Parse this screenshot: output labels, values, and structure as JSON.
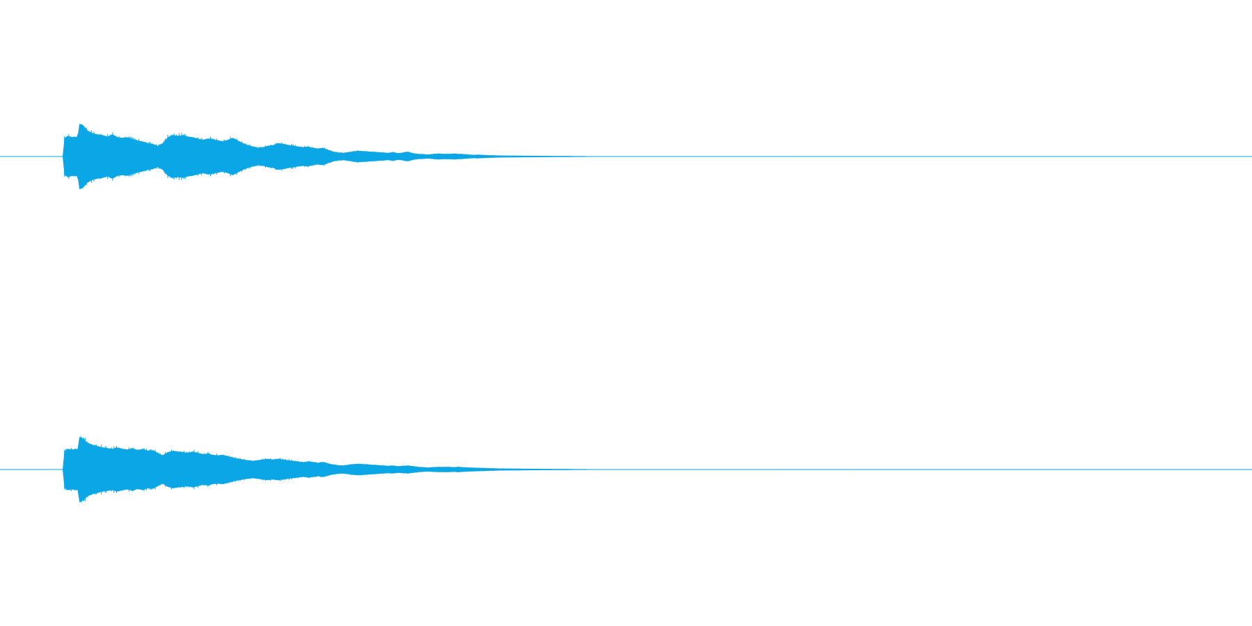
{
  "waveform": {
    "color": "#0ba6e5",
    "background": "#ffffff",
    "channels": [
      {
        "name": "channel-1",
        "envelope": [
          [
            0.0,
            0.0
          ],
          [
            0.0015,
            0.55
          ],
          [
            0.004,
            0.62
          ],
          [
            0.008,
            0.58
          ],
          [
            0.012,
            0.6
          ],
          [
            0.0135,
            0.98
          ],
          [
            0.016,
            0.95
          ],
          [
            0.02,
            0.78
          ],
          [
            0.024,
            0.7
          ],
          [
            0.028,
            0.66
          ],
          [
            0.032,
            0.64
          ],
          [
            0.036,
            0.6
          ],
          [
            0.04,
            0.66
          ],
          [
            0.044,
            0.58
          ],
          [
            0.048,
            0.56
          ],
          [
            0.052,
            0.58
          ],
          [
            0.056,
            0.52
          ],
          [
            0.06,
            0.48
          ],
          [
            0.064,
            0.45
          ],
          [
            0.068,
            0.4
          ],
          [
            0.072,
            0.38
          ],
          [
            0.076,
            0.32
          ],
          [
            0.08,
            0.4
          ],
          [
            0.084,
            0.58
          ],
          [
            0.088,
            0.64
          ],
          [
            0.092,
            0.62
          ],
          [
            0.096,
            0.64
          ],
          [
            0.1,
            0.6
          ],
          [
            0.104,
            0.58
          ],
          [
            0.108,
            0.54
          ],
          [
            0.112,
            0.5
          ],
          [
            0.116,
            0.54
          ],
          [
            0.12,
            0.52
          ],
          [
            0.124,
            0.48
          ],
          [
            0.128,
            0.46
          ],
          [
            0.132,
            0.5
          ],
          [
            0.136,
            0.56
          ],
          [
            0.14,
            0.48
          ],
          [
            0.144,
            0.4
          ],
          [
            0.148,
            0.34
          ],
          [
            0.152,
            0.3
          ],
          [
            0.156,
            0.26
          ],
          [
            0.16,
            0.28
          ],
          [
            0.164,
            0.32
          ],
          [
            0.168,
            0.34
          ],
          [
            0.172,
            0.4
          ],
          [
            0.176,
            0.38
          ],
          [
            0.18,
            0.35
          ],
          [
            0.184,
            0.33
          ],
          [
            0.188,
            0.3
          ],
          [
            0.192,
            0.28
          ],
          [
            0.196,
            0.3
          ],
          [
            0.2,
            0.26
          ],
          [
            0.204,
            0.24
          ],
          [
            0.208,
            0.26
          ],
          [
            0.212,
            0.2
          ],
          [
            0.216,
            0.15
          ],
          [
            0.22,
            0.12
          ],
          [
            0.224,
            0.11
          ],
          [
            0.228,
            0.13
          ],
          [
            0.232,
            0.15
          ],
          [
            0.236,
            0.17
          ],
          [
            0.24,
            0.16
          ],
          [
            0.244,
            0.15
          ],
          [
            0.248,
            0.14
          ],
          [
            0.252,
            0.13
          ],
          [
            0.256,
            0.12
          ],
          [
            0.26,
            0.11
          ],
          [
            0.264,
            0.13
          ],
          [
            0.268,
            0.1
          ],
          [
            0.272,
            0.12
          ],
          [
            0.276,
            0.14
          ],
          [
            0.28,
            0.1
          ],
          [
            0.284,
            0.08
          ],
          [
            0.288,
            0.07
          ],
          [
            0.292,
            0.06
          ],
          [
            0.296,
            0.08
          ],
          [
            0.3,
            0.09
          ],
          [
            0.304,
            0.08
          ],
          [
            0.308,
            0.08
          ],
          [
            0.312,
            0.09
          ],
          [
            0.316,
            0.08
          ],
          [
            0.32,
            0.07
          ],
          [
            0.324,
            0.06
          ],
          [
            0.328,
            0.05
          ],
          [
            0.332,
            0.055
          ],
          [
            0.336,
            0.045
          ],
          [
            0.34,
            0.04
          ],
          [
            0.344,
            0.035
          ],
          [
            0.348,
            0.032
          ],
          [
            0.352,
            0.03
          ],
          [
            0.356,
            0.028
          ],
          [
            0.36,
            0.026
          ],
          [
            0.364,
            0.024
          ],
          [
            0.368,
            0.022
          ],
          [
            0.372,
            0.022
          ],
          [
            0.376,
            0.021
          ],
          [
            0.38,
            0.02
          ],
          [
            0.384,
            0.019
          ],
          [
            0.388,
            0.018
          ],
          [
            0.392,
            0.017
          ],
          [
            0.396,
            0.016
          ],
          [
            0.4,
            0.015
          ],
          [
            0.404,
            0.014
          ],
          [
            0.408,
            0.013
          ],
          [
            0.412,
            0.012
          ],
          [
            0.416,
            0.012
          ],
          [
            0.42,
            0.011
          ],
          [
            0.424,
            0.01
          ],
          [
            0.428,
            0.01
          ],
          [
            0.432,
            0.009
          ],
          [
            0.436,
            0.009
          ],
          [
            0.44,
            0.008
          ],
          [
            0.444,
            0.008
          ],
          [
            0.448,
            0.008
          ],
          [
            0.452,
            0.007
          ],
          [
            0.456,
            0.007
          ],
          [
            0.46,
            0.006
          ],
          [
            0.464,
            0.006
          ],
          [
            0.468,
            0.006
          ],
          [
            0.472,
            0.006
          ],
          [
            0.476,
            0.005
          ],
          [
            0.48,
            0.005
          ],
          [
            0.484,
            0.005
          ],
          [
            0.488,
            0.004
          ],
          [
            0.492,
            0.004
          ],
          [
            0.496,
            0.004
          ],
          [
            0.5,
            0.004
          ],
          [
            0.504,
            0.003
          ],
          [
            0.508,
            0.003
          ],
          [
            0.512,
            0.003
          ],
          [
            0.516,
            0.003
          ],
          [
            0.52,
            0.003
          ],
          [
            0.524,
            0.003
          ],
          [
            0.528,
            0.003
          ],
          [
            0.532,
            0.003
          ],
          [
            0.536,
            0.002
          ],
          [
            0.54,
            0.002
          ],
          [
            0.544,
            0.002
          ],
          [
            0.548,
            0.002
          ],
          [
            0.552,
            0.002
          ],
          [
            0.556,
            0.002
          ],
          [
            0.56,
            0.002
          ],
          [
            0.564,
            0.002
          ],
          [
            0.568,
            0.002
          ],
          [
            0.572,
            0.001
          ],
          [
            0.576,
            0.001
          ],
          [
            0.58,
            0.001
          ],
          [
            0.584,
            0.001
          ],
          [
            0.588,
            0.001
          ],
          [
            0.592,
            0.001
          ],
          [
            0.596,
            0.001
          ],
          [
            0.6,
            0.001
          ],
          [
            0.604,
            0.001
          ],
          [
            0.608,
            0.001
          ],
          [
            0.612,
            0.001
          ],
          [
            0.616,
            0.001
          ],
          [
            0.62,
            0.001
          ],
          [
            0.624,
            0.001
          ],
          [
            0.628,
            0.0
          ],
          [
            0.636,
            0.0
          ]
        ]
      },
      {
        "name": "channel-2",
        "envelope": [
          [
            0.0,
            0.0
          ],
          [
            0.0015,
            0.55
          ],
          [
            0.004,
            0.62
          ],
          [
            0.008,
            0.6
          ],
          [
            0.012,
            0.62
          ],
          [
            0.0135,
            0.98
          ],
          [
            0.016,
            0.94
          ],
          [
            0.02,
            0.8
          ],
          [
            0.024,
            0.74
          ],
          [
            0.028,
            0.7
          ],
          [
            0.032,
            0.66
          ],
          [
            0.036,
            0.64
          ],
          [
            0.04,
            0.62
          ],
          [
            0.044,
            0.66
          ],
          [
            0.048,
            0.62
          ],
          [
            0.052,
            0.6
          ],
          [
            0.056,
            0.64
          ],
          [
            0.06,
            0.58
          ],
          [
            0.064,
            0.62
          ],
          [
            0.068,
            0.56
          ],
          [
            0.072,
            0.58
          ],
          [
            0.076,
            0.5
          ],
          [
            0.08,
            0.42
          ],
          [
            0.084,
            0.52
          ],
          [
            0.088,
            0.56
          ],
          [
            0.092,
            0.54
          ],
          [
            0.096,
            0.52
          ],
          [
            0.1,
            0.5
          ],
          [
            0.104,
            0.54
          ],
          [
            0.108,
            0.5
          ],
          [
            0.112,
            0.46
          ],
          [
            0.116,
            0.48
          ],
          [
            0.12,
            0.44
          ],
          [
            0.124,
            0.42
          ],
          [
            0.128,
            0.44
          ],
          [
            0.132,
            0.4
          ],
          [
            0.136,
            0.36
          ],
          [
            0.14,
            0.32
          ],
          [
            0.144,
            0.3
          ],
          [
            0.148,
            0.28
          ],
          [
            0.152,
            0.26
          ],
          [
            0.156,
            0.28
          ],
          [
            0.16,
            0.3
          ],
          [
            0.164,
            0.32
          ],
          [
            0.168,
            0.3
          ],
          [
            0.172,
            0.32
          ],
          [
            0.176,
            0.3
          ],
          [
            0.18,
            0.28
          ],
          [
            0.184,
            0.26
          ],
          [
            0.188,
            0.24
          ],
          [
            0.192,
            0.22
          ],
          [
            0.196,
            0.24
          ],
          [
            0.2,
            0.22
          ],
          [
            0.204,
            0.2
          ],
          [
            0.208,
            0.22
          ],
          [
            0.212,
            0.18
          ],
          [
            0.216,
            0.15
          ],
          [
            0.22,
            0.13
          ],
          [
            0.224,
            0.12
          ],
          [
            0.228,
            0.14
          ],
          [
            0.232,
            0.16
          ],
          [
            0.236,
            0.17
          ],
          [
            0.24,
            0.16
          ],
          [
            0.244,
            0.15
          ],
          [
            0.248,
            0.14
          ],
          [
            0.252,
            0.13
          ],
          [
            0.256,
            0.12
          ],
          [
            0.26,
            0.11
          ],
          [
            0.264,
            0.12
          ],
          [
            0.268,
            0.1
          ],
          [
            0.272,
            0.11
          ],
          [
            0.276,
            0.12
          ],
          [
            0.28,
            0.1
          ],
          [
            0.284,
            0.08
          ],
          [
            0.288,
            0.07
          ],
          [
            0.292,
            0.06
          ],
          [
            0.296,
            0.07
          ],
          [
            0.3,
            0.08
          ],
          [
            0.304,
            0.08
          ],
          [
            0.308,
            0.08
          ],
          [
            0.312,
            0.07
          ],
          [
            0.316,
            0.08
          ],
          [
            0.32,
            0.07
          ],
          [
            0.324,
            0.06
          ],
          [
            0.328,
            0.055
          ],
          [
            0.332,
            0.05
          ],
          [
            0.336,
            0.045
          ],
          [
            0.34,
            0.04
          ],
          [
            0.344,
            0.036
          ],
          [
            0.348,
            0.032
          ],
          [
            0.352,
            0.03
          ],
          [
            0.356,
            0.028
          ],
          [
            0.36,
            0.026
          ],
          [
            0.364,
            0.024
          ],
          [
            0.368,
            0.023
          ],
          [
            0.372,
            0.022
          ],
          [
            0.376,
            0.021
          ],
          [
            0.38,
            0.02
          ],
          [
            0.384,
            0.019
          ],
          [
            0.388,
            0.018
          ],
          [
            0.392,
            0.017
          ],
          [
            0.396,
            0.016
          ],
          [
            0.4,
            0.015
          ],
          [
            0.404,
            0.014
          ],
          [
            0.408,
            0.013
          ],
          [
            0.412,
            0.012
          ],
          [
            0.416,
            0.012
          ],
          [
            0.42,
            0.011
          ],
          [
            0.424,
            0.01
          ],
          [
            0.428,
            0.01
          ],
          [
            0.432,
            0.009
          ],
          [
            0.436,
            0.009
          ],
          [
            0.44,
            0.008
          ],
          [
            0.444,
            0.008
          ],
          [
            0.448,
            0.008
          ],
          [
            0.452,
            0.007
          ],
          [
            0.456,
            0.007
          ],
          [
            0.46,
            0.006
          ],
          [
            0.464,
            0.006
          ],
          [
            0.468,
            0.006
          ],
          [
            0.472,
            0.006
          ],
          [
            0.476,
            0.005
          ],
          [
            0.48,
            0.005
          ],
          [
            0.484,
            0.005
          ],
          [
            0.488,
            0.004
          ],
          [
            0.492,
            0.004
          ],
          [
            0.496,
            0.004
          ],
          [
            0.5,
            0.004
          ],
          [
            0.504,
            0.003
          ],
          [
            0.508,
            0.003
          ],
          [
            0.512,
            0.003
          ],
          [
            0.516,
            0.003
          ],
          [
            0.52,
            0.003
          ],
          [
            0.524,
            0.003
          ],
          [
            0.528,
            0.003
          ],
          [
            0.532,
            0.003
          ],
          [
            0.536,
            0.002
          ],
          [
            0.54,
            0.002
          ],
          [
            0.544,
            0.002
          ],
          [
            0.548,
            0.002
          ],
          [
            0.552,
            0.002
          ],
          [
            0.556,
            0.002
          ],
          [
            0.56,
            0.002
          ],
          [
            0.564,
            0.002
          ],
          [
            0.568,
            0.002
          ],
          [
            0.572,
            0.001
          ],
          [
            0.576,
            0.001
          ],
          [
            0.58,
            0.001
          ],
          [
            0.584,
            0.001
          ],
          [
            0.588,
            0.001
          ],
          [
            0.592,
            0.001
          ],
          [
            0.596,
            0.001
          ],
          [
            0.6,
            0.001
          ],
          [
            0.604,
            0.001
          ],
          [
            0.608,
            0.001
          ],
          [
            0.612,
            0.001
          ],
          [
            0.616,
            0.001
          ],
          [
            0.62,
            0.001
          ],
          [
            0.624,
            0.001
          ],
          [
            0.628,
            0.001
          ],
          [
            0.64,
            0.001
          ],
          [
            0.65,
            0.0
          ]
        ]
      }
    ]
  }
}
